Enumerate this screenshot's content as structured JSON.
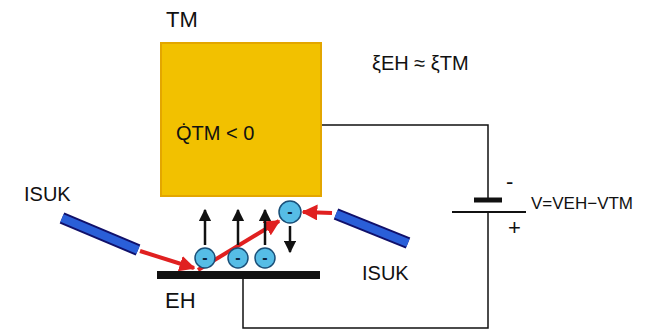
{
  "diagram": {
    "nodes": [
      {
        "text": [
          "TM",
          "Q̇TM < 0"
        ]
      },
      {
        "text": [
          "EH"
        ]
      }
    ],
    "edges": [
      {
        "from": 0,
        "to": 1,
        "arrow": "none"
      }
    ],
    "labels": [
      "ξEH ≈ ξTM",
      "-",
      "+",
      "V=VEH−VTM",
      "ISUK",
      "ISUK",
      "-",
      "-",
      "-",
      "-"
    ]
  }
}
